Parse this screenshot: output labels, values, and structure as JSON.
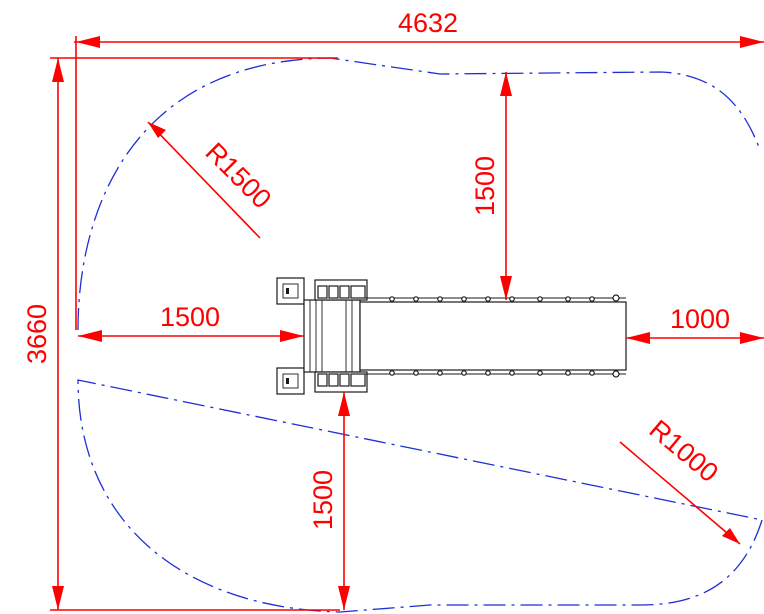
{
  "drawing": {
    "overall_width": "4632",
    "overall_height": "3660",
    "left_clearance": "1500",
    "right_clearance": "1000",
    "top_clearance": "1500",
    "bottom_clearance": "1500",
    "radius_left": "R1500",
    "radius_right": "R1000"
  },
  "colors": {
    "dimension": "#ff0000",
    "boundary": "#1f2fd6",
    "equipment": "#1a1a1a",
    "background": "#ffffff"
  }
}
